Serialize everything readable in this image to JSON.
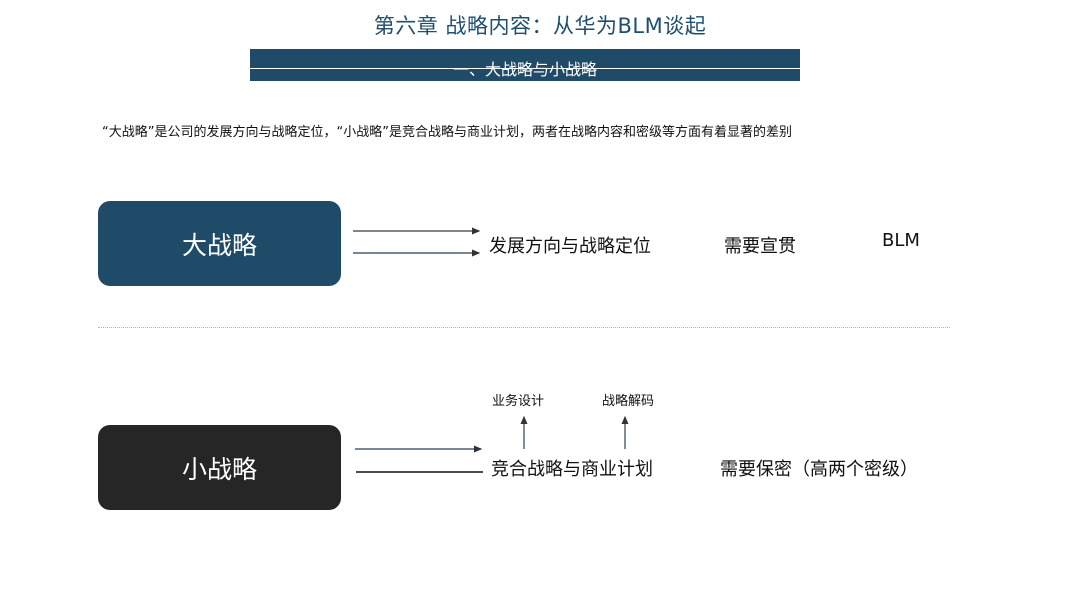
{
  "header": {
    "chapter_title": "第六章    战略内容：从华为BLM谈起",
    "section_label": "一、大战略与小战略"
  },
  "intro": "“大战略”是公司的发展方向与战略定位，“小战略”是竞合战略与商业计划，两者在战略内容和密级等方面有着显著的差别",
  "big_strategy": {
    "label": "大战略",
    "target": "发展方向与战略定位",
    "requirement": "需要宣贯",
    "model": "BLM",
    "box_color": "#1f4a68"
  },
  "small_strategy": {
    "label": "小战略",
    "target": "竞合战略与商业计划",
    "requirement": "需要保密（高两个密级）",
    "annotations": [
      "业务设计",
      "战略解码"
    ],
    "box_color": "#262626"
  }
}
